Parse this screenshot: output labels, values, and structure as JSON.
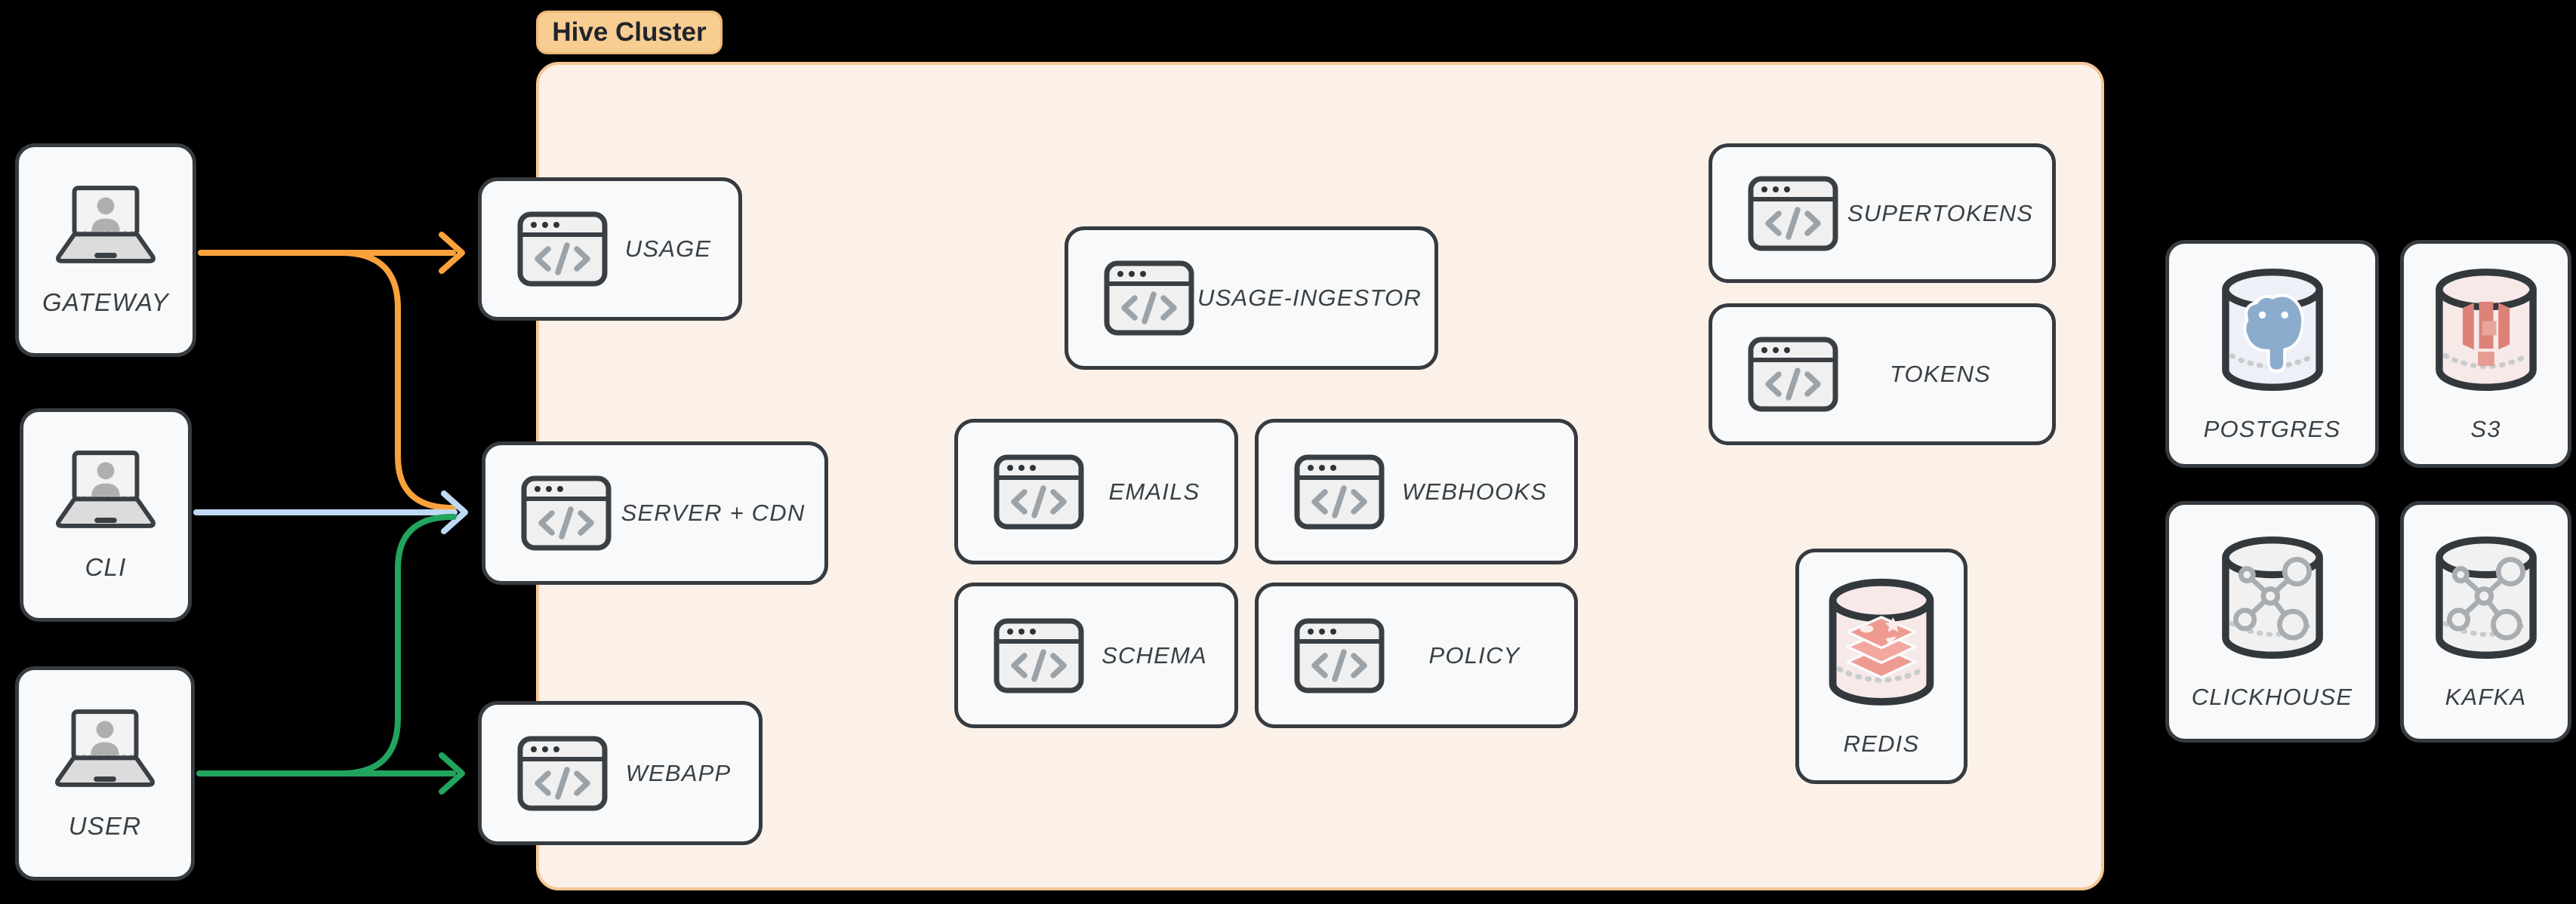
{
  "cluster": {
    "label": "Hive Cluster",
    "services": [
      {
        "id": "usage",
        "label": "USAGE"
      },
      {
        "id": "server-cdn",
        "label": "SERVER + CDN"
      },
      {
        "id": "webapp",
        "label": "WEBAPP"
      },
      {
        "id": "usage-ingestor",
        "label": "USAGE-INGESTOR"
      },
      {
        "id": "emails",
        "label": "EMAILS"
      },
      {
        "id": "webhooks",
        "label": "WEBHOOKS"
      },
      {
        "id": "schema",
        "label": "SCHEMA"
      },
      {
        "id": "policy",
        "label": "POLICY"
      },
      {
        "id": "supertokens",
        "label": "SUPERTOKENS"
      },
      {
        "id": "tokens",
        "label": "TOKENS"
      }
    ],
    "datastore": {
      "id": "redis",
      "label": "REDIS"
    }
  },
  "actors": [
    {
      "id": "gateway",
      "label": "GATEWAY"
    },
    {
      "id": "cli",
      "label": "CLI"
    },
    {
      "id": "user",
      "label": "USER"
    }
  ],
  "external_databases": [
    {
      "id": "postgres",
      "label": "POSTGRES"
    },
    {
      "id": "s3",
      "label": "S3"
    },
    {
      "id": "clickhouse",
      "label": "CLICKHOUSE"
    },
    {
      "id": "kafka",
      "label": "KAFKA"
    }
  ],
  "connections": [
    {
      "from": "GATEWAY",
      "to": "USAGE",
      "color": "orange"
    },
    {
      "from": "GATEWAY",
      "to": "SERVER + CDN",
      "color": "orange"
    },
    {
      "from": "CLI",
      "to": "SERVER + CDN",
      "color": "blue"
    },
    {
      "from": "USER",
      "to": "SERVER + CDN",
      "color": "green"
    },
    {
      "from": "USER",
      "to": "WEBAPP",
      "color": "green"
    }
  ],
  "icons": {
    "laptop-user-icon": "laptop with person silhouette",
    "code-window-icon": "browser window with </> glyph",
    "database-cylinder-icon": "database cylinder",
    "postgres-logo-icon": "blue elephant",
    "s3-logo-icon": "red storage blocks",
    "redis-logo-icon": "red stacked layers",
    "network-nodes-icon": "connected circles",
    "arrow-right-icon": "open chevron arrowhead"
  },
  "colors": {
    "page-bg": "#000000",
    "cluster-bg": "#FCF1E8",
    "cluster-border": "#F5C795",
    "badge-bg": "#F8CD92",
    "badge-border": "#EBB878",
    "badge-text": "#20242B",
    "node-bg": "#F8F9FA",
    "node-border": "#363B40",
    "label-text": "#3C4043",
    "icon-gray": "#9BA2A8",
    "edge-orange": "#F9A23B",
    "edge-blue": "#BFD9F4",
    "edge-green": "#21A45D"
  }
}
